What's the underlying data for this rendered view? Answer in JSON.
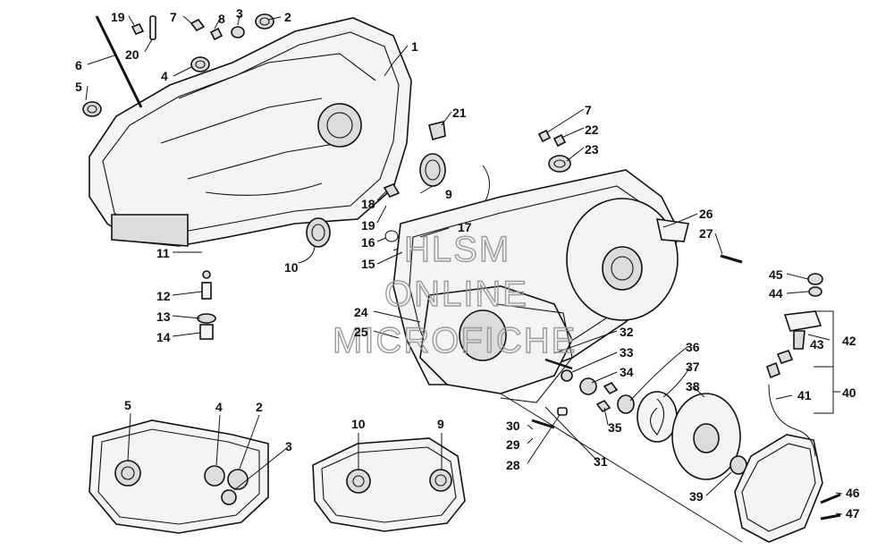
{
  "watermark": {
    "line1": "HLSM",
    "line2": "ONLINE",
    "line3": "MICROFICHE"
  },
  "callouts": {
    "n1": "1",
    "n2": "2",
    "n3": "3",
    "n4": "4",
    "n5": "5",
    "n6": "6",
    "n7": "7",
    "n8": "8",
    "n9": "9",
    "n10": "10",
    "n11": "11",
    "n12": "12",
    "n13": "13",
    "n14": "14",
    "n15": "15",
    "n16": "16",
    "n17": "17",
    "n18": "18",
    "n19": "19",
    "n20": "20",
    "n21": "21",
    "n22": "22",
    "n23": "23",
    "n24": "24",
    "n25": "25",
    "n26": "26",
    "n27": "27",
    "n28": "28",
    "n29": "29",
    "n30": "30",
    "n31": "31",
    "n32": "32",
    "n33": "33",
    "n34": "34",
    "n35": "35",
    "n36": "36",
    "n37": "37",
    "n38": "38",
    "n39": "39",
    "n40": "40",
    "n41": "41",
    "n42": "42",
    "n43": "43",
    "n44": "44",
    "n45": "45",
    "n46": "46",
    "n47": "47"
  }
}
